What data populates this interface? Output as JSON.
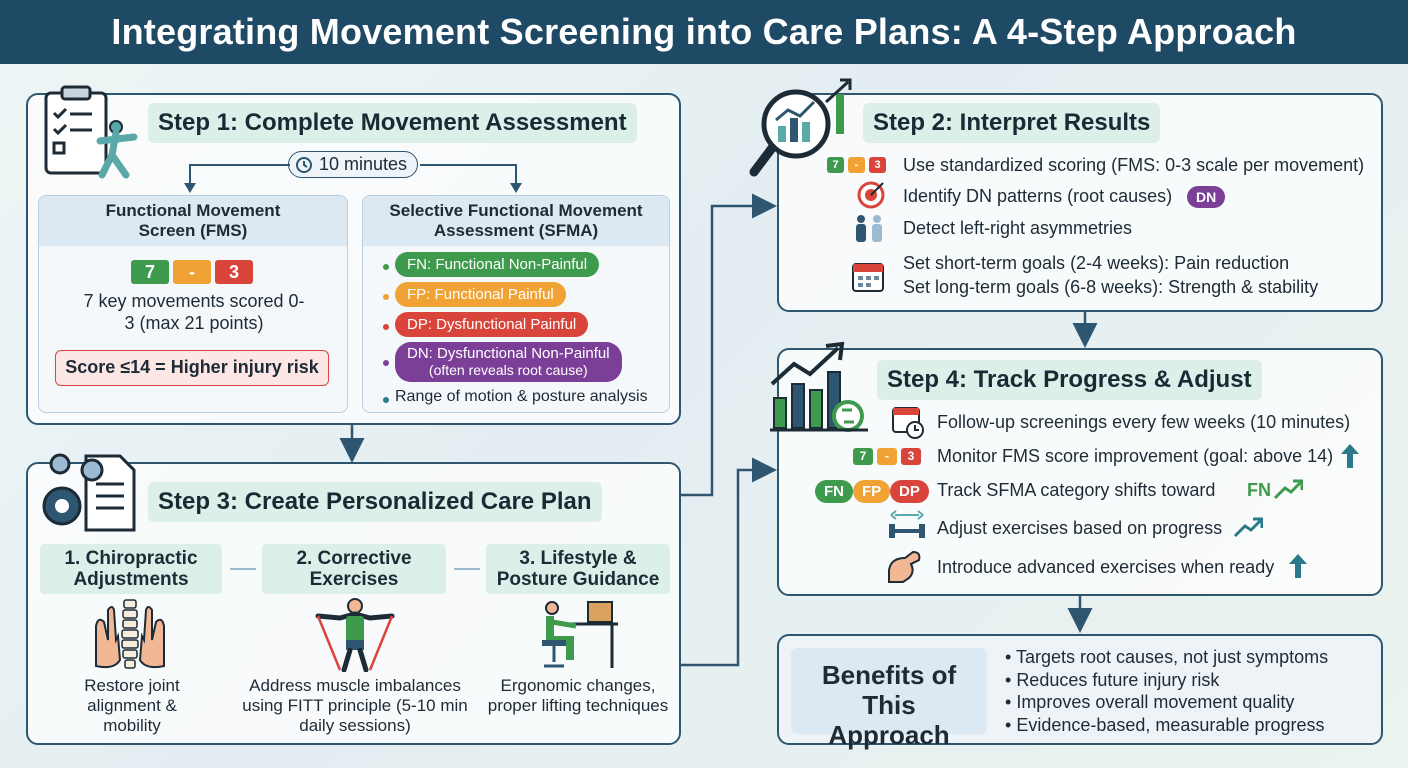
{
  "title": "Integrating Movement Screening into Care Plans: A 4-Step Approach",
  "step1": {
    "title": "Step 1: Complete Movement Assessment",
    "time": "10 minutes",
    "fms": {
      "heading": "Functional Movement Screen (FMS)",
      "score_low": "7",
      "score_mid": "-",
      "score_high": "3",
      "desc": "7 key movements scored 0-3 (max 21 points)",
      "risk": "Score ≤14 = Higher injury risk"
    },
    "sfma": {
      "heading": "Selective Functional Movement Assessment (SFMA)",
      "fn": "FN: Functional Non-Painful",
      "fp": "FP: Functional Painful",
      "dp": "DP: Dysfunctional Painful",
      "dn": "DN: Dysfunctional Non-Painful",
      "dn_note": "(often reveals root cause)",
      "rom": "Range of motion & posture analysis"
    }
  },
  "step2": {
    "title": "Step 2: Interpret Results",
    "items": [
      "Use standardized scoring (FMS: 0-3 scale per movement)",
      "Identify DN patterns (root causes)",
      "Detect left-right asymmetries",
      "Set short-term goals (2-4 weeks): Pain reduction",
      "Set long-term goals (6-8 weeks): Strength & stability"
    ],
    "dn_badge": "DN",
    "score_low": "7",
    "score_mid": "-",
    "score_high": "3"
  },
  "step3": {
    "title": "Step 3: Create Personalized Care Plan",
    "cols": [
      {
        "heading": "1. Chiropractic Adjustments",
        "desc": "Restore joint alignment & mobility"
      },
      {
        "heading": "2. Corrective Exercises",
        "desc": "Address muscle imbalances using FITT principle (5-10 min daily sessions)"
      },
      {
        "heading": "3. Lifestyle & Posture Guidance",
        "desc": "Ergonomic changes, proper lifting techniques"
      }
    ]
  },
  "step4": {
    "title": "Step 4: Track Progress & Adjust",
    "items": [
      "Follow-up screenings every few weeks (10 minutes)",
      "Monitor FMS score improvement (goal: above 14)",
      "Track SFMA category shifts toward",
      "Adjust exercises based on progress",
      "Introduce advanced exercises when ready"
    ],
    "fn_word": "FN",
    "badges": [
      "FN",
      "FP",
      "DP"
    ],
    "score_low": "7",
    "score_mid": "-",
    "score_high": "3"
  },
  "benefits": {
    "title": "Benefits of This Approach",
    "items": [
      "Targets root causes, not just symptoms",
      "Reduces future injury risk",
      "Improves overall movement quality",
      "Evidence-based, measurable progress"
    ]
  },
  "colors": {
    "navy": "#1f4a66",
    "green": "#3e9a4c",
    "orange": "#f0a334",
    "red": "#d9443b",
    "purple": "#7b3f98",
    "teal": "#2a7a8c"
  }
}
